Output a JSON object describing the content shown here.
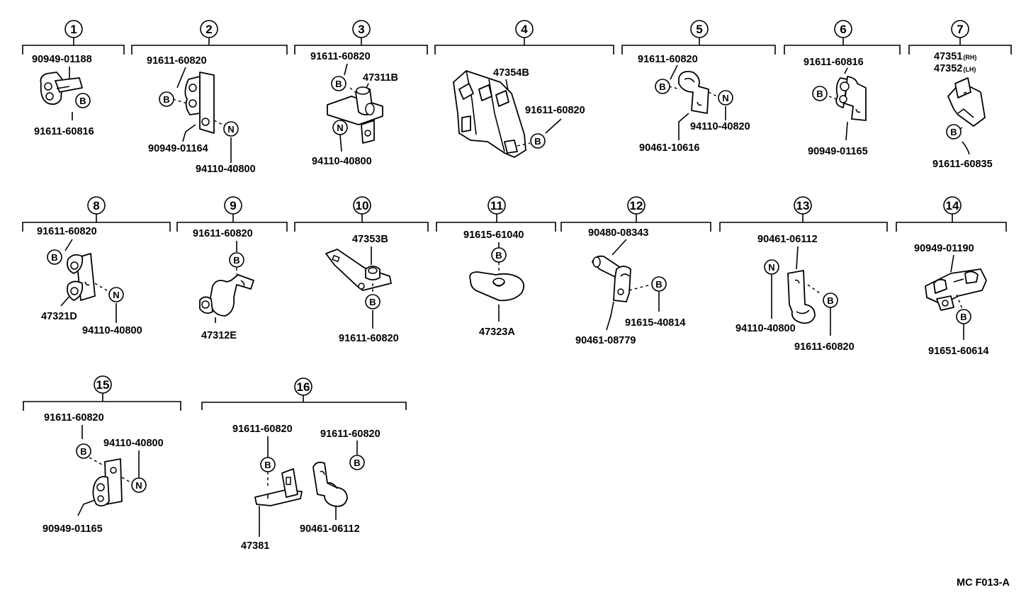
{
  "groups": [
    {
      "num": "1"
    },
    {
      "num": "2"
    },
    {
      "num": "3"
    },
    {
      "num": "4"
    },
    {
      "num": "5"
    },
    {
      "num": "6"
    },
    {
      "num": "7"
    },
    {
      "num": "8"
    },
    {
      "num": "9"
    },
    {
      "num": "10"
    },
    {
      "num": "11"
    },
    {
      "num": "12"
    },
    {
      "num": "13"
    },
    {
      "num": "14"
    },
    {
      "num": "15"
    },
    {
      "num": "16"
    }
  ],
  "callout_letters": {
    "bolt": "B",
    "nut": "N"
  },
  "parts": {
    "g1": [
      "90949-01188",
      "91611-60816"
    ],
    "g2": [
      "91611-60820",
      "90949-01164",
      "94110-40800"
    ],
    "g3": [
      "91611-60820",
      "47311B",
      "94110-40800"
    ],
    "g4": [
      "47354B",
      "91611-60820"
    ],
    "g5": [
      "91611-60820",
      "94110-40820",
      "90461-10616"
    ],
    "g6": [
      "91611-60816",
      "90949-01165"
    ],
    "g7": [
      "47351",
      "47352",
      "91611-60835"
    ],
    "g7_suffix": [
      "(RH)",
      "(LH)"
    ],
    "g8": [
      "91611-60820",
      "47321D",
      "94110-40800"
    ],
    "g9": [
      "91611-60820",
      "47312E"
    ],
    "g10": [
      "47353B",
      "91611-60820"
    ],
    "g11": [
      "91615-61040",
      "47323A"
    ],
    "g12": [
      "90480-08343",
      "91615-40814",
      "90461-08779"
    ],
    "g13": [
      "90461-06112",
      "94110-40800",
      "91611-60820"
    ],
    "g14": [
      "90949-01190",
      "91651-60614"
    ],
    "g15": [
      "91611-60820",
      "94110-40800",
      "90949-01165"
    ],
    "g16": [
      "91611-60820",
      "91611-60820",
      "90461-06112",
      "47381"
    ]
  },
  "figure_code": "MC F013-A"
}
